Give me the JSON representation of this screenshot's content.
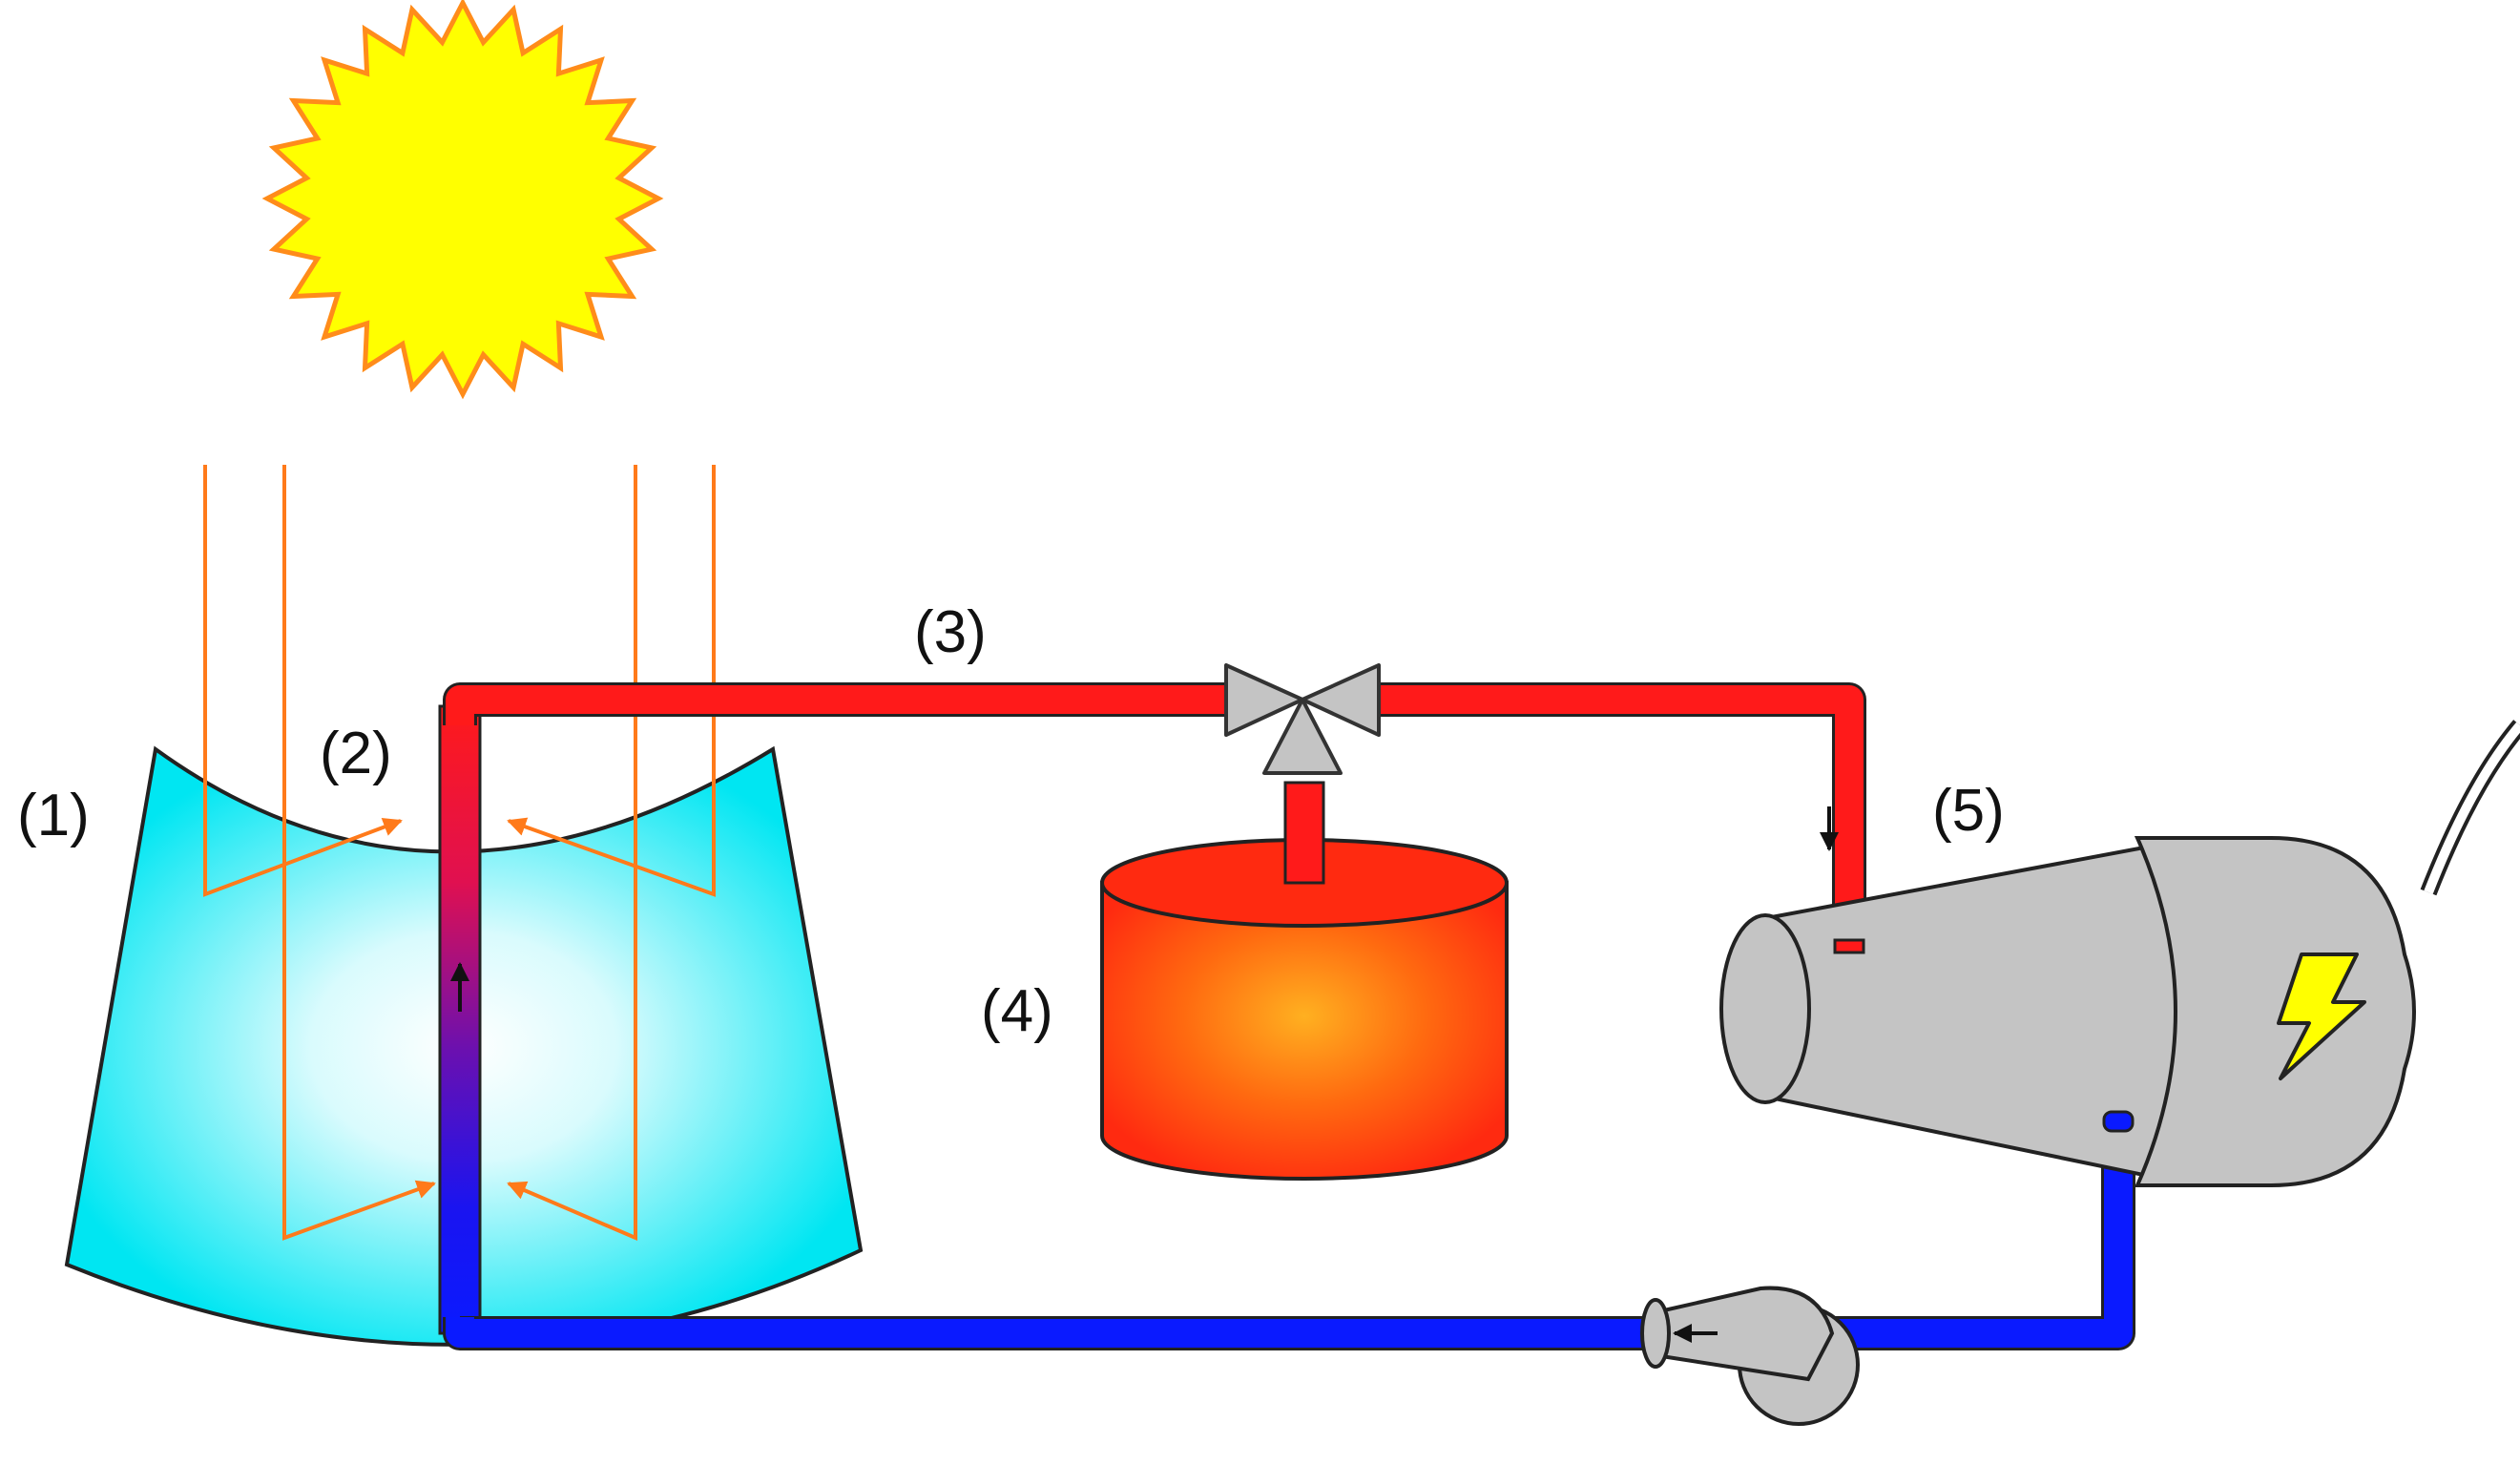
{
  "labels": {
    "trough": "(1)",
    "receiver": "(2)",
    "hot_line": "(3)",
    "storage": "(4)",
    "turbine": "(5)"
  },
  "colors": {
    "sun_fill": "#ffff00",
    "sun_outline": "#ff8c1a",
    "rays": "#ff7a1a",
    "trough": "#00e6f2",
    "hot_pipe": "#ff1a1a",
    "cold_pipe": "#0a1aff",
    "tank": "#ff4a10",
    "machine_gray": "#c4c4c4",
    "bolt": "#ffff00",
    "text": "#111111"
  },
  "icons": [
    "sun-icon",
    "three-way-valve-icon",
    "lightning-bolt-icon",
    "pump-icon",
    "flow-arrow-icon"
  ]
}
